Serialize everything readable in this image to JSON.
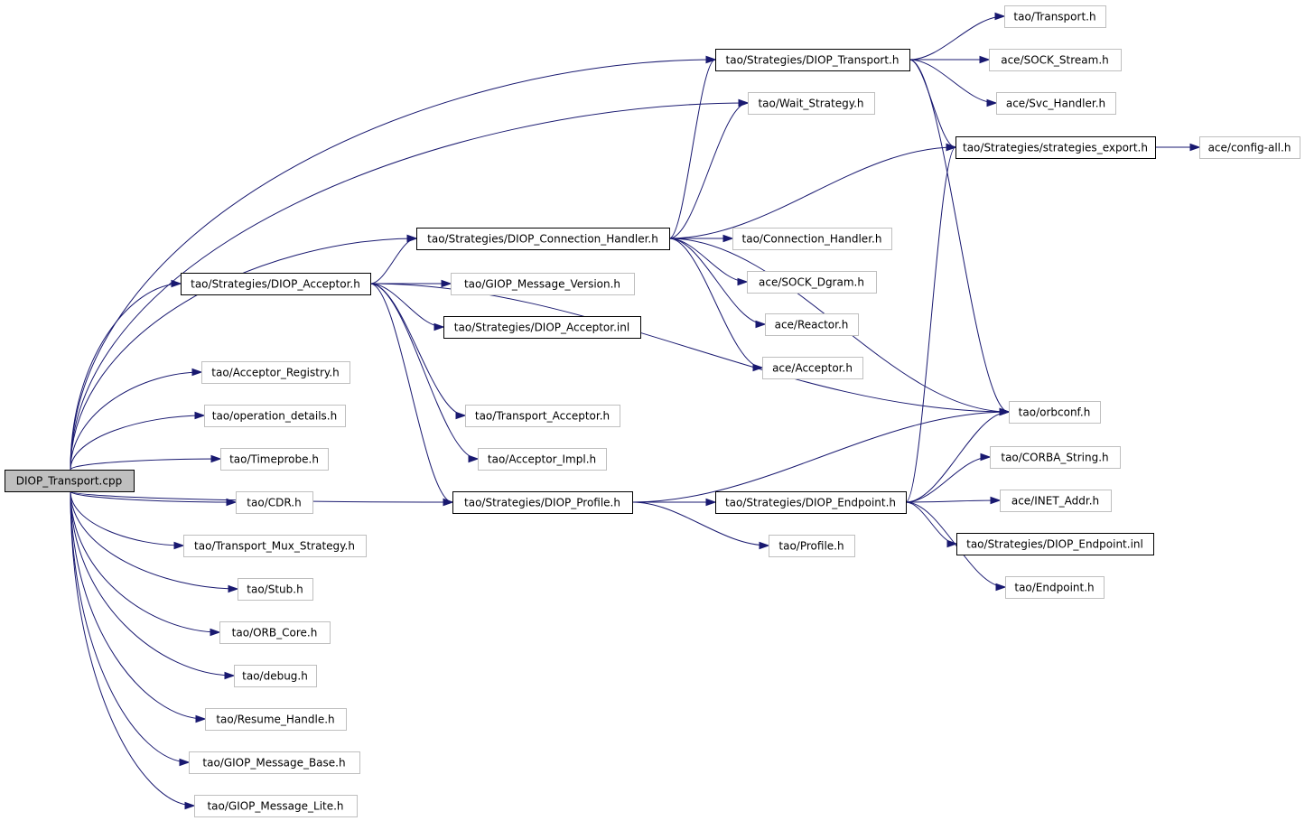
{
  "diagram": {
    "kind": "include-dependency-graph",
    "colors": {
      "edge": "#191970",
      "root_fill": "#bfbfbf",
      "documented_border": "#000000",
      "undocumented_border": "#bfbfbf"
    },
    "nodes": [
      {
        "id": "root",
        "label": "DIOP_Transport.cpp",
        "style": "root"
      },
      {
        "id": "diop_transport_h",
        "label": "tao/Strategies/DIOP_Transport.h",
        "style": "documented"
      },
      {
        "id": "transport_h",
        "label": "tao/Transport.h",
        "style": "plain"
      },
      {
        "id": "sock_stream",
        "label": "ace/SOCK_Stream.h",
        "style": "plain"
      },
      {
        "id": "svc_handler",
        "label": "ace/Svc_Handler.h",
        "style": "plain"
      },
      {
        "id": "wait_strategy",
        "label": "tao/Wait_Strategy.h",
        "style": "plain"
      },
      {
        "id": "strategies_export",
        "label": "tao/Strategies/strategies_export.h",
        "style": "documented"
      },
      {
        "id": "config_all",
        "label": "ace/config-all.h",
        "style": "plain"
      },
      {
        "id": "conn_handler",
        "label": "tao/Strategies/DIOP_Connection_Handler.h",
        "style": "documented"
      },
      {
        "id": "tao_conn_handler",
        "label": "tao/Connection_Handler.h",
        "style": "plain"
      },
      {
        "id": "sock_dgram",
        "label": "ace/SOCK_Dgram.h",
        "style": "plain"
      },
      {
        "id": "reactor",
        "label": "ace/Reactor.h",
        "style": "plain"
      },
      {
        "id": "ace_acceptor",
        "label": "ace/Acceptor.h",
        "style": "plain"
      },
      {
        "id": "diop_acceptor",
        "label": "tao/Strategies/DIOP_Acceptor.h",
        "style": "documented"
      },
      {
        "id": "giop_msg_version",
        "label": "tao/GIOP_Message_Version.h",
        "style": "plain"
      },
      {
        "id": "diop_acceptor_inl",
        "label": "tao/Strategies/DIOP_Acceptor.inl",
        "style": "documented"
      },
      {
        "id": "acceptor_registry",
        "label": "tao/Acceptor_Registry.h",
        "style": "plain"
      },
      {
        "id": "orbconf",
        "label": "tao/orbconf.h",
        "style": "plain"
      },
      {
        "id": "operation_details",
        "label": "tao/operation_details.h",
        "style": "plain"
      },
      {
        "id": "transport_acceptor",
        "label": "tao/Transport_Acceptor.h",
        "style": "plain"
      },
      {
        "id": "acceptor_impl",
        "label": "tao/Acceptor_Impl.h",
        "style": "plain"
      },
      {
        "id": "corba_string",
        "label": "tao/CORBA_String.h",
        "style": "plain"
      },
      {
        "id": "timeprobe",
        "label": "tao/Timeprobe.h",
        "style": "plain"
      },
      {
        "id": "cdr",
        "label": "tao/CDR.h",
        "style": "plain"
      },
      {
        "id": "diop_profile",
        "label": "tao/Strategies/DIOP_Profile.h",
        "style": "documented"
      },
      {
        "id": "diop_endpoint",
        "label": "tao/Strategies/DIOP_Endpoint.h",
        "style": "documented"
      },
      {
        "id": "inet_addr",
        "label": "ace/INET_Addr.h",
        "style": "plain"
      },
      {
        "id": "transport_mux",
        "label": "tao/Transport_Mux_Strategy.h",
        "style": "plain"
      },
      {
        "id": "profile",
        "label": "tao/Profile.h",
        "style": "plain"
      },
      {
        "id": "diop_endpoint_inl",
        "label": "tao/Strategies/DIOP_Endpoint.inl",
        "style": "documented"
      },
      {
        "id": "stub",
        "label": "tao/Stub.h",
        "style": "plain"
      },
      {
        "id": "endpoint",
        "label": "tao/Endpoint.h",
        "style": "plain"
      },
      {
        "id": "orb_core",
        "label": "tao/ORB_Core.h",
        "style": "plain"
      },
      {
        "id": "debug",
        "label": "tao/debug.h",
        "style": "plain"
      },
      {
        "id": "resume_handle",
        "label": "tao/Resume_Handle.h",
        "style": "plain"
      },
      {
        "id": "giop_msg_base",
        "label": "tao/GIOP_Message_Base.h",
        "style": "plain"
      },
      {
        "id": "giop_msg_lite",
        "label": "tao/GIOP_Message_Lite.h",
        "style": "plain"
      }
    ],
    "edges": [
      {
        "from": "root",
        "to": "diop_transport_h"
      },
      {
        "from": "root",
        "to": "wait_strategy"
      },
      {
        "from": "root",
        "to": "conn_handler"
      },
      {
        "from": "root",
        "to": "diop_acceptor"
      },
      {
        "from": "root",
        "to": "diop_profile"
      },
      {
        "from": "root",
        "to": "acceptor_registry"
      },
      {
        "from": "root",
        "to": "operation_details"
      },
      {
        "from": "root",
        "to": "timeprobe"
      },
      {
        "from": "root",
        "to": "cdr"
      },
      {
        "from": "root",
        "to": "transport_mux"
      },
      {
        "from": "root",
        "to": "stub"
      },
      {
        "from": "root",
        "to": "orb_core"
      },
      {
        "from": "root",
        "to": "debug"
      },
      {
        "from": "root",
        "to": "resume_handle"
      },
      {
        "from": "root",
        "to": "giop_msg_base"
      },
      {
        "from": "root",
        "to": "giop_msg_lite"
      },
      {
        "from": "diop_transport_h",
        "to": "transport_h"
      },
      {
        "from": "diop_transport_h",
        "to": "sock_stream"
      },
      {
        "from": "diop_transport_h",
        "to": "svc_handler"
      },
      {
        "from": "diop_transport_h",
        "to": "strategies_export"
      },
      {
        "from": "diop_transport_h",
        "to": "orbconf"
      },
      {
        "from": "strategies_export",
        "to": "config_all"
      },
      {
        "from": "conn_handler",
        "to": "diop_transport_h"
      },
      {
        "from": "conn_handler",
        "to": "wait_strategy"
      },
      {
        "from": "conn_handler",
        "to": "strategies_export"
      },
      {
        "from": "conn_handler",
        "to": "orbconf"
      },
      {
        "from": "conn_handler",
        "to": "tao_conn_handler"
      },
      {
        "from": "conn_handler",
        "to": "sock_dgram"
      },
      {
        "from": "conn_handler",
        "to": "reactor"
      },
      {
        "from": "conn_handler",
        "to": "ace_acceptor"
      },
      {
        "from": "diop_acceptor",
        "to": "conn_handler"
      },
      {
        "from": "diop_acceptor",
        "to": "giop_msg_version"
      },
      {
        "from": "diop_acceptor",
        "to": "diop_acceptor_inl"
      },
      {
        "from": "diop_acceptor",
        "to": "orbconf"
      },
      {
        "from": "diop_acceptor",
        "to": "transport_acceptor"
      },
      {
        "from": "diop_acceptor",
        "to": "acceptor_impl"
      },
      {
        "from": "diop_acceptor",
        "to": "diop_profile"
      },
      {
        "from": "diop_profile",
        "to": "orbconf"
      },
      {
        "from": "diop_profile",
        "to": "diop_endpoint"
      },
      {
        "from": "diop_profile",
        "to": "profile"
      },
      {
        "from": "diop_endpoint",
        "to": "strategies_export"
      },
      {
        "from": "diop_endpoint",
        "to": "orbconf"
      },
      {
        "from": "diop_endpoint",
        "to": "corba_string"
      },
      {
        "from": "diop_endpoint",
        "to": "inet_addr"
      },
      {
        "from": "diop_endpoint",
        "to": "diop_endpoint_inl"
      },
      {
        "from": "diop_endpoint",
        "to": "endpoint"
      }
    ]
  }
}
